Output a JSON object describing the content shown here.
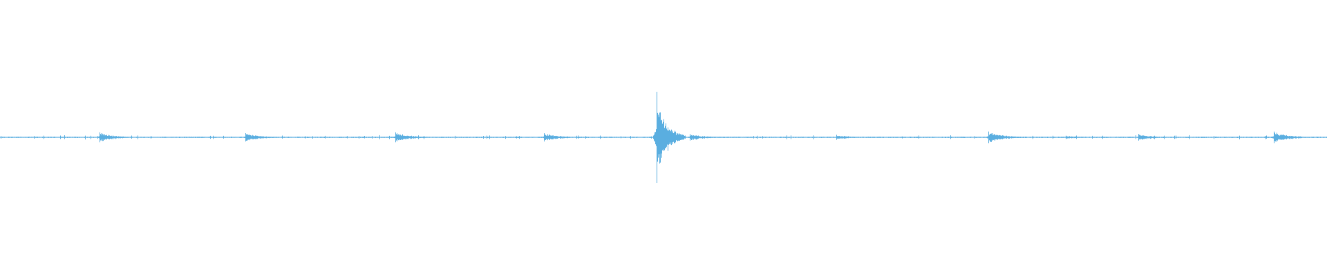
{
  "colors": {
    "background": "#ffffff",
    "waveform": "#5aaee0"
  },
  "chart_data": {
    "type": "line",
    "title": "",
    "xlabel": "",
    "ylabel": "",
    "xlim": [
      0,
      1
    ],
    "ylim": [
      -1,
      1
    ],
    "grid": false,
    "legend": "none",
    "series": [
      {
        "values": [],
        "bursts": [
          {
            "t": 0.075,
            "amp": 0.06
          },
          {
            "t": 0.185,
            "amp": 0.05
          },
          {
            "t": 0.298,
            "amp": 0.06
          },
          {
            "t": 0.41,
            "amp": 0.05
          },
          {
            "t": 0.495,
            "amp": 0.55
          },
          {
            "t": 0.52,
            "amp": 0.04
          },
          {
            "t": 0.63,
            "amp": 0.03
          },
          {
            "t": 0.745,
            "amp": 0.07
          },
          {
            "t": 0.803,
            "amp": 0.02
          },
          {
            "t": 0.858,
            "amp": 0.04
          },
          {
            "t": 0.96,
            "amp": 0.07
          }
        ],
        "baseline_amp": 0.006
      }
    ]
  }
}
